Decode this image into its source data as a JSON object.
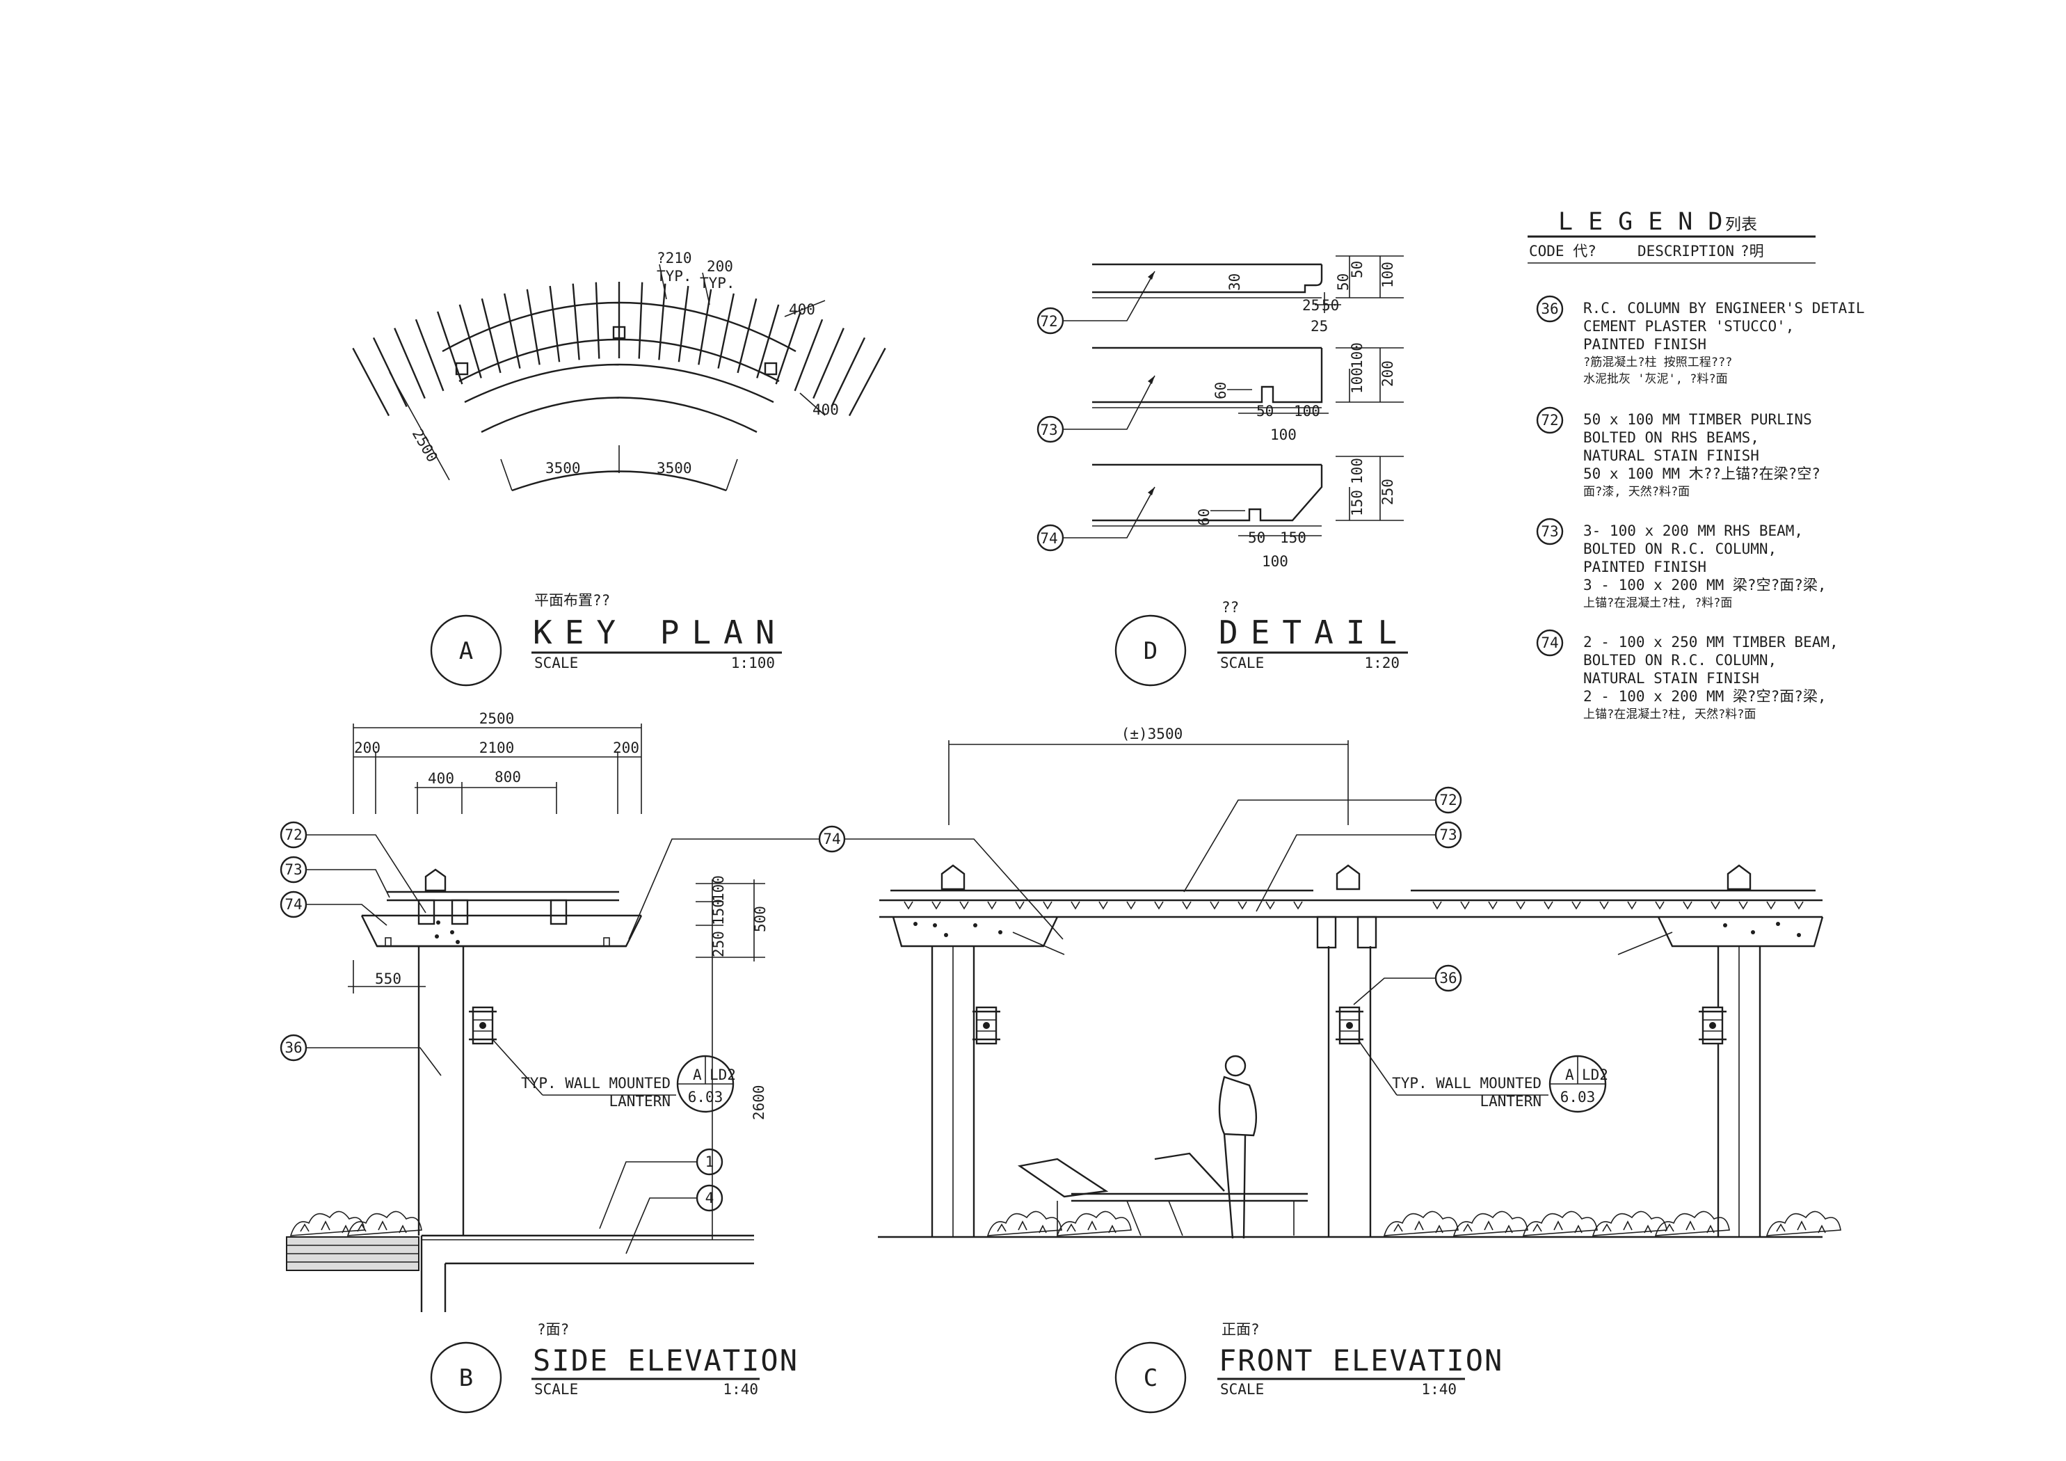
{
  "key_plan": {
    "tag": "A",
    "title": "KEY PLAN",
    "chinese": "平面布置??",
    "scale_label": "SCALE",
    "scale": "1:100",
    "dims": {
      "d210": "?210",
      "typ1": "TYP.",
      "d200": "200",
      "typ2": "TYP.",
      "d400a": "400",
      "d400b": "400",
      "d2500": "2500",
      "d3500a": "3500",
      "d3500b": "3500"
    }
  },
  "detail": {
    "tag": "D",
    "title": "DETAIL",
    "chinese": "??",
    "scale_label": "SCALE",
    "scale": "1:20",
    "dims": {
      "p72_30": "30",
      "p72_50": "50",
      "p72_50b": "50",
      "p72_100": "100",
      "p72_25a": "25",
      "p72_50c": "50",
      "p72_25b": "25",
      "p73_60": "60",
      "p73_100": "100",
      "p73_100b": "100",
      "p73_200": "200",
      "p73_50": "50",
      "p73_100c": "100",
      "p73_100d": "100",
      "p74_60": "60",
      "p74_150": "150",
      "p74_100": "100",
      "p74_250": "250",
      "p74_50": "50",
      "p74_150b": "150",
      "p74_100b": "100"
    }
  },
  "legend": {
    "title": "LEGEND",
    "title_cn": "列表",
    "col_code": "CODE 代?",
    "col_desc": "DESCRIPTION",
    "col_desc_cn": "?明",
    "items": [
      {
        "code": "36",
        "lines": [
          "R.C. COLUMN BY ENGINEER'S DETAIL",
          "CEMENT PLASTER 'STUCCO',",
          "PAINTED FINISH",
          "?筋混凝土?柱  按照工程???",
          "水泥批灰 '灰泥', ?料?面"
        ]
      },
      {
        "code": "72",
        "lines": [
          "50 x 100 MM TIMBER PURLINS",
          "BOLTED ON RHS BEAMS,",
          "NATURAL STAIN FINISH",
          "50 x 100 MM 木??上锚?在梁?空?",
          "面?漆, 天然?料?面"
        ]
      },
      {
        "code": "73",
        "lines": [
          "3- 100 x 200 MM RHS BEAM,",
          "BOLTED ON R.C. COLUMN,",
          "PAINTED FINISH",
          "3 - 100 x 200 MM 梁?空?面?梁,",
          "上锚?在混凝土?柱, ?料?面"
        ]
      },
      {
        "code": "74",
        "lines": [
          "2 - 100 x 250 MM TIMBER BEAM,",
          "BOLTED ON R.C. COLUMN,",
          "NATURAL STAIN FINISH",
          "2 - 100 x 200 MM 梁?空?面?梁,",
          "上锚?在混凝土?柱, 天然?料?面"
        ]
      }
    ]
  },
  "side_elevation": {
    "tag": "B",
    "title": "SIDE ELEVATION",
    "chinese": "?面?",
    "scale_label": "SCALE",
    "scale": "1:40",
    "dims": {
      "d2500": "2500",
      "d200a": "200",
      "d2100": "2100",
      "d200b": "200",
      "d400": "400",
      "d800": "800",
      "d100": "100",
      "d150": "150",
      "d250": "250",
      "d500": "500",
      "d550": "550",
      "d2600": "2600"
    },
    "callouts": [
      "72",
      "73",
      "74",
      "36",
      "1",
      "4"
    ],
    "lantern_note": [
      "TYP. WALL MOUNTED",
      "LANTERN"
    ],
    "lantern_ref": {
      "a": "A",
      "b": "LD2",
      "c": "6.03"
    }
  },
  "front_elevation": {
    "tag": "C",
    "title": "FRONT ELEVATION",
    "chinese": "正面?",
    "scale_label": "SCALE",
    "scale": "1:40",
    "dims": {
      "d3500": "(±)3500"
    },
    "callouts": [
      "72",
      "73",
      "74",
      "36"
    ],
    "lantern_note": [
      "TYP. WALL MOUNTED",
      "LANTERN"
    ],
    "lantern_ref": {
      "a": "A",
      "b": "LD2",
      "c": "6.03"
    }
  }
}
